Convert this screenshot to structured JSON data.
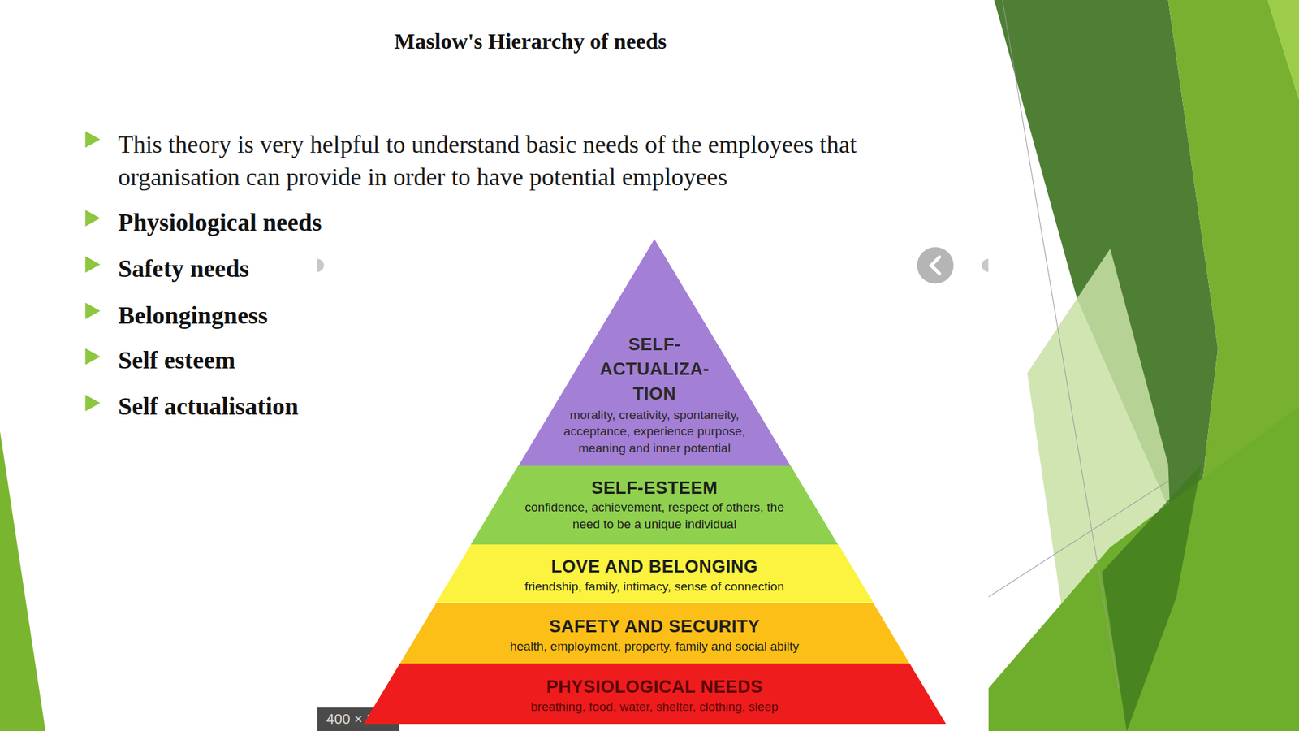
{
  "diagram": {
    "title": "Maslow's Hierarchy of needs",
    "nodes": [
      {
        "text": [
          "SELF- ACTUALIZA- TION",
          "morality, creativity, spontaneity, acceptance, experience purpose, meaning and inner potential"
        ]
      },
      {
        "text": [
          "SELF-ESTEEM",
          "confidence, achievement, respect of others, the need to be a unique individual"
        ]
      },
      {
        "text": [
          "LOVE AND BELONGING",
          "friendship, family, intimacy, sense of connection"
        ]
      },
      {
        "text": [
          "SAFETY AND SECURITY",
          "health, employment, property, family and social abilty"
        ]
      },
      {
        "text": [
          "PHYSIOLOGICAL NEEDS",
          "breathing, food, water, shelter, clothing, sleep"
        ]
      }
    ],
    "labels": [
      "This theory is very helpful to understand basic needs of the employees that organisation can provide in order to have potential employees",
      "Physiological needs",
      "Safety needs",
      "Belongingness",
      "Self esteem",
      "Self actualisation",
      "400 × 347"
    ]
  }
}
